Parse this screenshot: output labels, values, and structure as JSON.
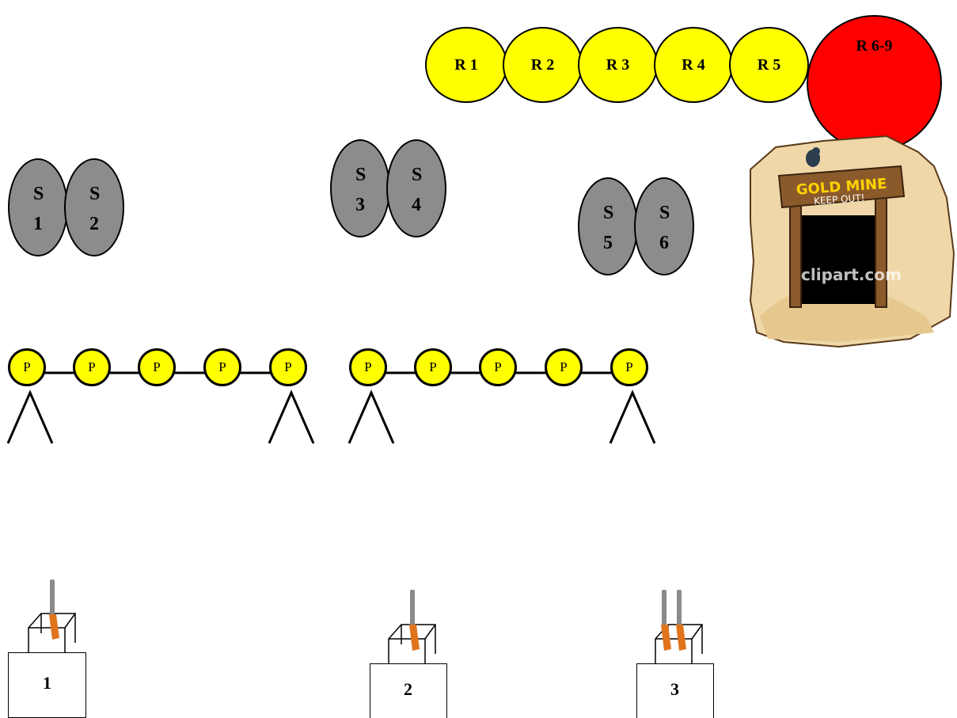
{
  "rounds": [
    {
      "label": "R 1"
    },
    {
      "label": "R 2"
    },
    {
      "label": "R 3"
    },
    {
      "label": "R 4"
    },
    {
      "label": "R 5"
    },
    {
      "label": "R 6-9"
    }
  ],
  "stations": [
    {
      "letter": "S",
      "number": "1"
    },
    {
      "letter": "S",
      "number": "2"
    },
    {
      "letter": "S",
      "number": "3"
    },
    {
      "letter": "S",
      "number": "4"
    },
    {
      "letter": "S",
      "number": "5"
    },
    {
      "letter": "S",
      "number": "6"
    }
  ],
  "plates_left": [
    "P",
    "P",
    "P",
    "P",
    "P"
  ],
  "plates_right": [
    "P",
    "P",
    "P",
    "P",
    "P"
  ],
  "shooting_positions": [
    {
      "label": "1",
      "guns": 1
    },
    {
      "label": "2",
      "guns": 1
    },
    {
      "label": "3",
      "guns": 2
    }
  ],
  "clipart": {
    "sign_line1": "GOLD MINE",
    "sign_line2": "KEEP OUT!",
    "watermark": "clipart.com"
  },
  "colors": {
    "round_yellow": "#ffff00",
    "round_red": "#ff0000",
    "station_gray": "#8c8c8c",
    "plate_yellow": "#ffff00"
  }
}
